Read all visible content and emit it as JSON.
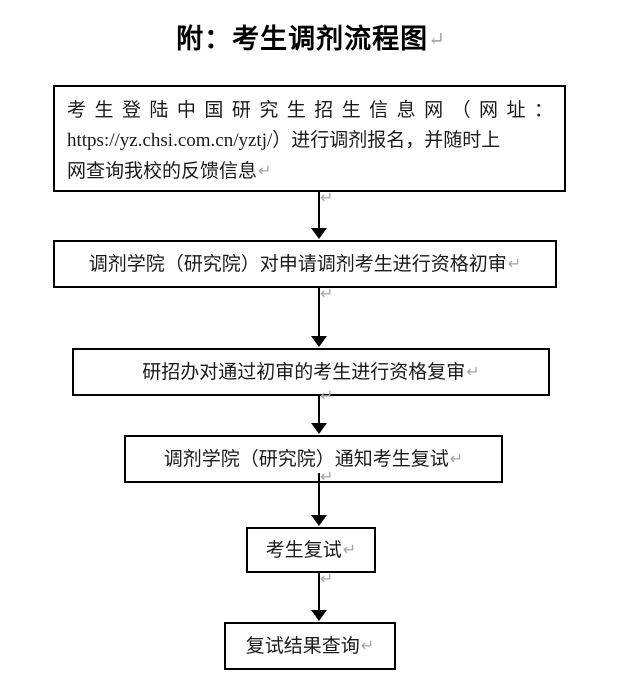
{
  "document": {
    "title_text": "附：考生调剂流程图",
    "paragraph_mark": "↵",
    "page_background": "#ffffff",
    "line_color": "#000000",
    "text_color": "#1a1a1a",
    "mark_color": "#a6a6a6"
  },
  "chart_data": {
    "type": "diagram",
    "title": "附：考生调剂流程图",
    "orientation": "top-to-bottom",
    "nodes": [
      {
        "id": "node-1",
        "shape": "rectangle",
        "text": "考生登陆中国研究生招生信息网（网址：https://yz.chsi.com.cn/yztj/）进行调剂报名，并随时上网查询我校的反馈信息",
        "lines": [
          "考生登陆中国研究生招生信息网（网址：",
          "https://yz.chsi.com.cn/yztj/）进行调剂报名，并随时上",
          "网查询我校的反馈信息"
        ],
        "line1_chars": [
          "考",
          "生",
          "登",
          "陆",
          "中",
          "国",
          "研",
          "究",
          "生",
          "招",
          "生",
          "信",
          "息",
          "网",
          "（",
          "网",
          "址",
          "："
        ],
        "url": "https://yz.chsi.com.cn/yztj/"
      },
      {
        "id": "node-2",
        "shape": "rectangle",
        "text": "调剂学院（研究院）对申请调剂考生进行资格初审",
        "lines": [
          "调剂学院（研究院）对申请调剂考生进行资格初审"
        ]
      },
      {
        "id": "node-3",
        "shape": "rectangle",
        "text": "研招办对通过初审的考生进行资格复审",
        "lines": [
          "研招办对通过初审的考生进行资格复审"
        ]
      },
      {
        "id": "node-4",
        "shape": "rectangle",
        "text": "调剂学院（研究院）通知考生复试",
        "lines": [
          "调剂学院（研究院）通知考生复试"
        ]
      },
      {
        "id": "node-5",
        "shape": "rectangle",
        "text": "考生复试",
        "lines": [
          "考生复试"
        ]
      },
      {
        "id": "node-6",
        "shape": "rectangle",
        "text": "复试结果查询",
        "lines": [
          "复试结果查询"
        ]
      }
    ],
    "edges": [
      {
        "id": "conn-1",
        "from": "node-1",
        "to": "node-2",
        "arrow": "down"
      },
      {
        "id": "conn-2",
        "from": "node-2",
        "to": "node-3",
        "arrow": "down"
      },
      {
        "id": "conn-3",
        "from": "node-3",
        "to": "node-4",
        "arrow": "down"
      },
      {
        "id": "conn-4",
        "from": "node-4",
        "to": "node-5",
        "arrow": "down"
      },
      {
        "id": "conn-5",
        "from": "node-5",
        "to": "node-6",
        "arrow": "down"
      }
    ]
  }
}
